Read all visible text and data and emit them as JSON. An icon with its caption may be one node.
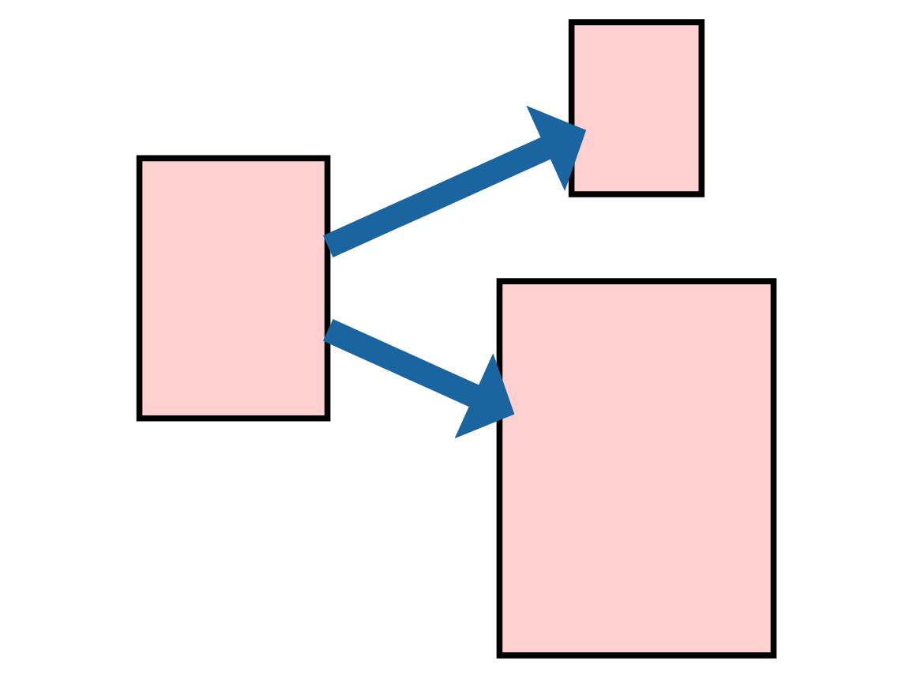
{
  "diagram": {
    "nodes": [
      {
        "text": [],
        "shape": "box"
      },
      {
        "text": [],
        "shape": "box"
      },
      {
        "text": [],
        "shape": "box"
      }
    ],
    "edges": [
      {
        "from": 0,
        "to": 1,
        "arrow": "to"
      },
      {
        "from": 0,
        "to": 2,
        "arrow": "to"
      }
    ]
  }
}
